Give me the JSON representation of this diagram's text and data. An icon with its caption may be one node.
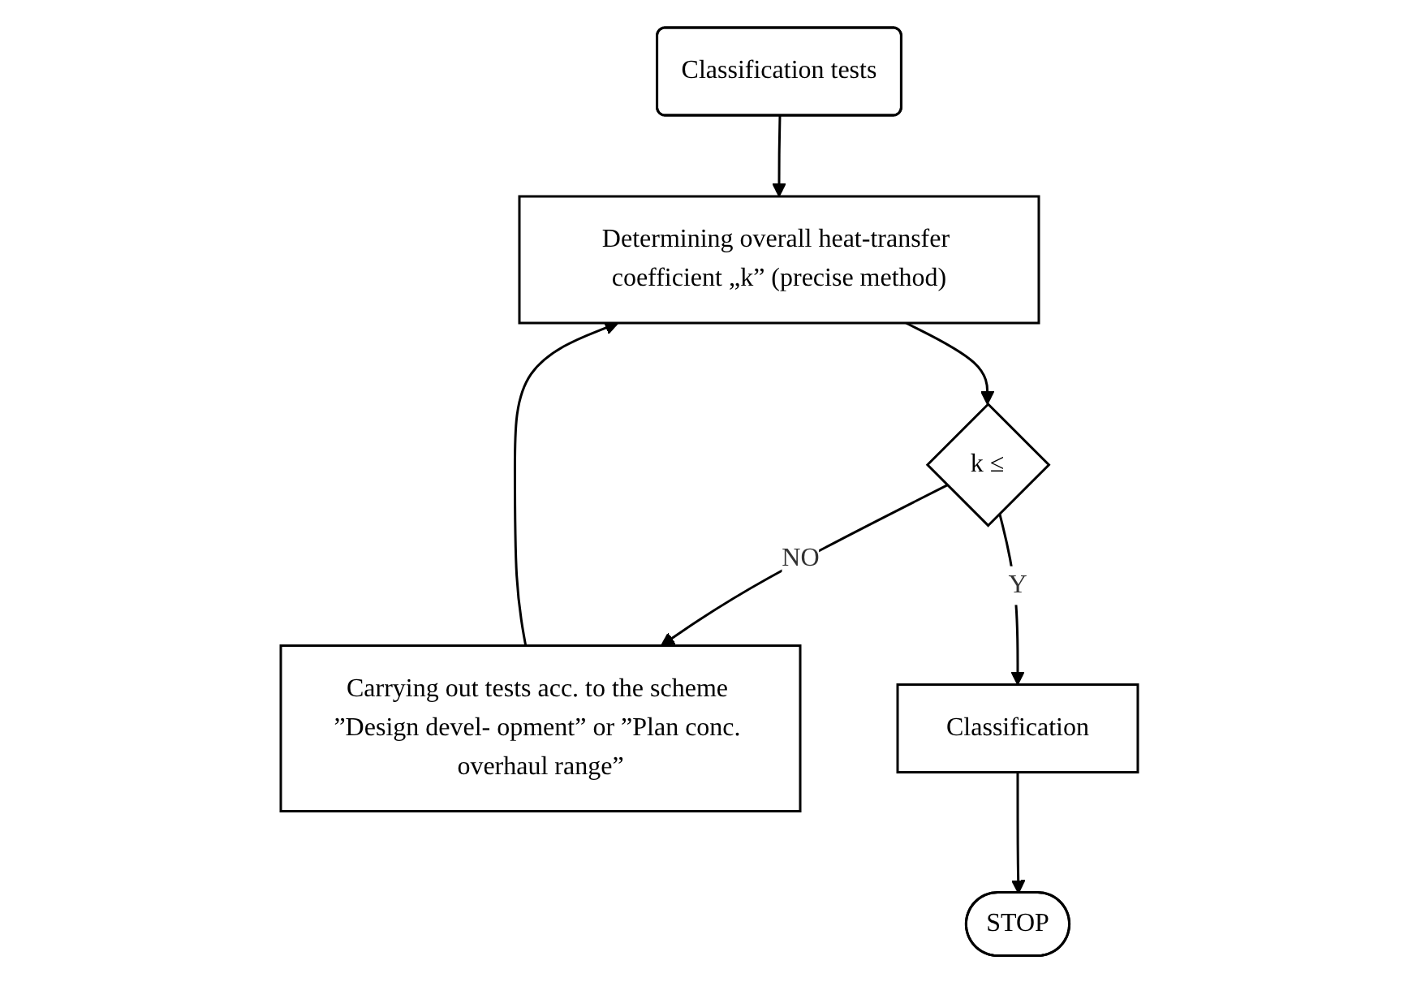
{
  "diagram": {
    "nodes": [
      {
        "text": [
          "Classification tests"
        ]
      },
      {
        "text": [
          "Determining overall heat-transfer coefficient „k” (precise method)"
        ]
      },
      {
        "text": [
          "k ≤"
        ]
      },
      {
        "text": [
          "Carrying out tests acc. to the scheme ”Design devel- opment” or ”Plan conc. overhaul range”"
        ]
      },
      {
        "text": [
          "Classification"
        ]
      },
      {
        "text": [
          "STOP"
        ]
      }
    ],
    "edges": [
      {
        "from": 0,
        "to": 1,
        "arrow": "to"
      },
      {
        "from": 1,
        "to": 2,
        "arrow": "to"
      },
      {
        "from": 2,
        "to": 3,
        "arrow": "to",
        "label": "NO"
      },
      {
        "from": 2,
        "to": 4,
        "arrow": "to",
        "label": "Y"
      },
      {
        "from": 4,
        "to": 5,
        "arrow": "to"
      },
      {
        "from": 3,
        "to": 1,
        "arrow": "to"
      }
    ]
  }
}
